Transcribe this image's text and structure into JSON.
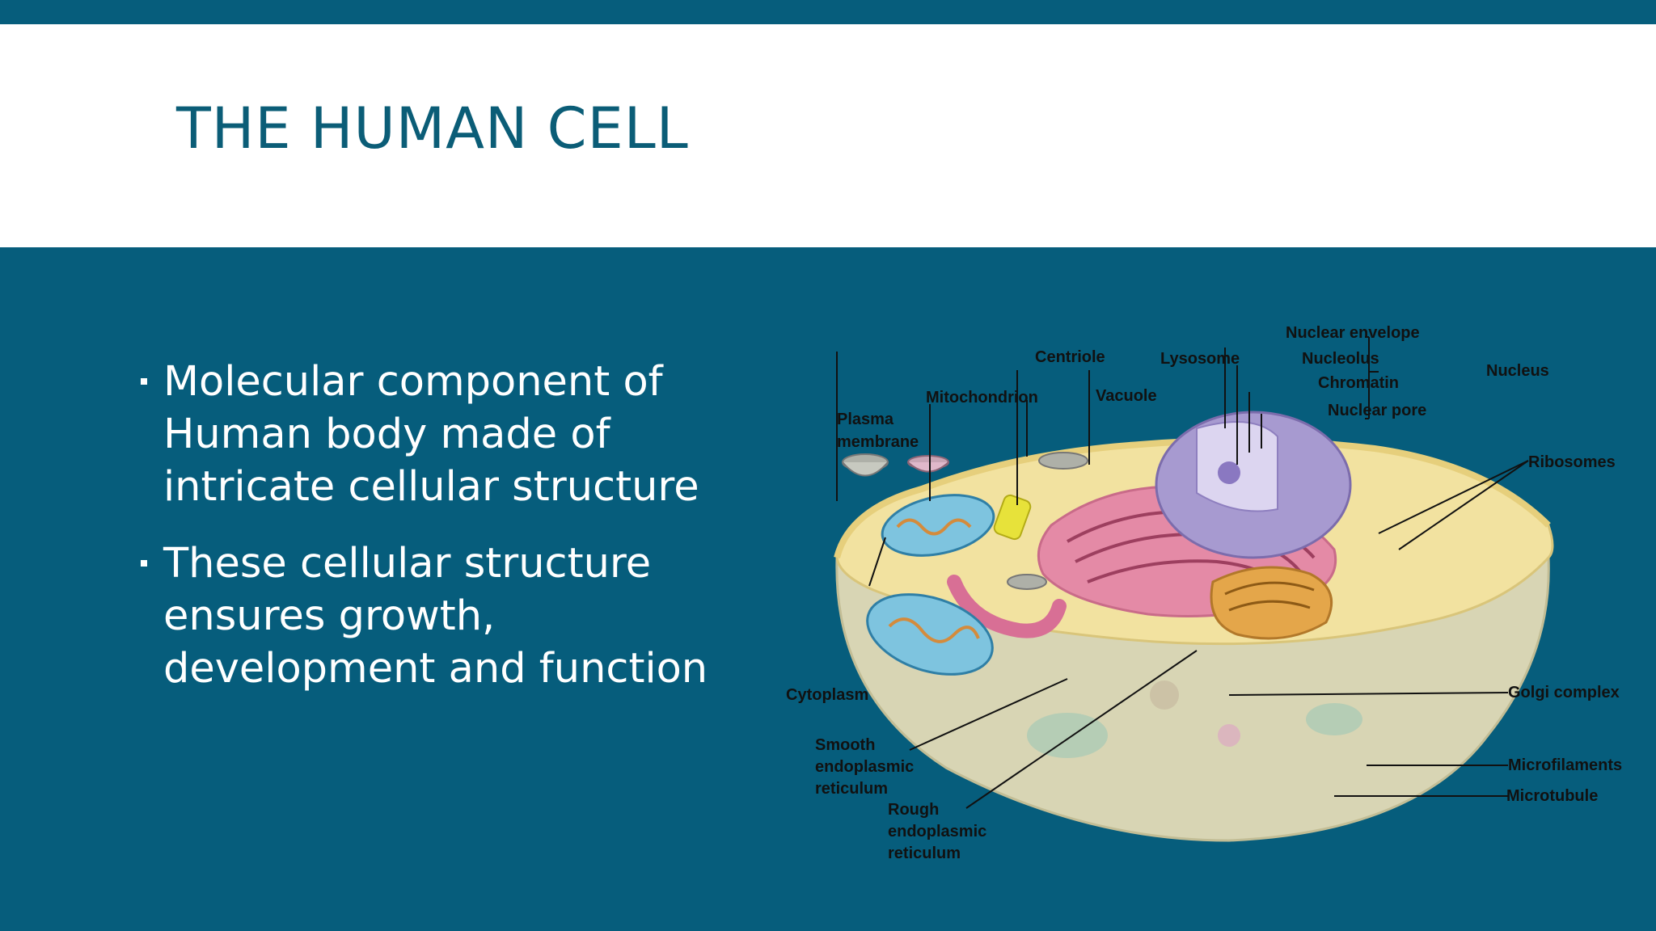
{
  "slide": {
    "title": "THE HUMAN CELL",
    "bullets": [
      "Molecular component of Human body made of intricate cellular structure",
      "These cellular structure ensures growth, development and function"
    ]
  },
  "diagram": {
    "labels": {
      "nuclear_envelope": "Nuclear envelope",
      "nucleolus": "Nucleolus",
      "chromatin": "Chromatin",
      "nuclear_pore": "Nuclear pore",
      "nucleus": "Nucleus",
      "centriole": "Centriole",
      "lysosome": "Lysosome",
      "mitochondrion": "Mitochondrion",
      "vacuole": "Vacuole",
      "plasma_line1": "Plasma",
      "plasma_line2": "membrane",
      "ribosomes": "Ribosomes",
      "cytoplasm": "Cytoplasm",
      "golgi": "Golgi complex",
      "microfilaments": "Microfilaments",
      "microtubule": "Microtubule",
      "ser_line1": "Smooth",
      "ser_line2": "endoplasmic",
      "ser_line3": "reticulum",
      "rer_line1": "Rough",
      "rer_line2": "endoplasmic",
      "rer_line3": "reticulum"
    }
  },
  "colors": {
    "background": "#065d7c",
    "title_band": "#ffffff",
    "title_text": "#0b5d77",
    "body_text": "#ffffff"
  }
}
